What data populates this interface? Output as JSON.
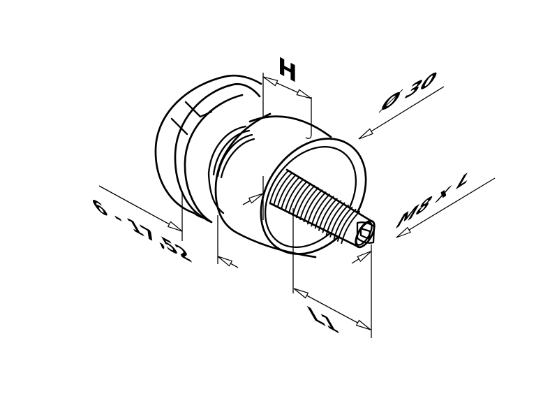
{
  "drawing": {
    "labels": {
      "height": "H",
      "diameter": "Ø 30",
      "thread_spec": "M8 x L",
      "glass_range": "6 - 17,52",
      "length": "L1"
    },
    "colors": {
      "line": "#000000",
      "background": "#ffffff"
    }
  }
}
